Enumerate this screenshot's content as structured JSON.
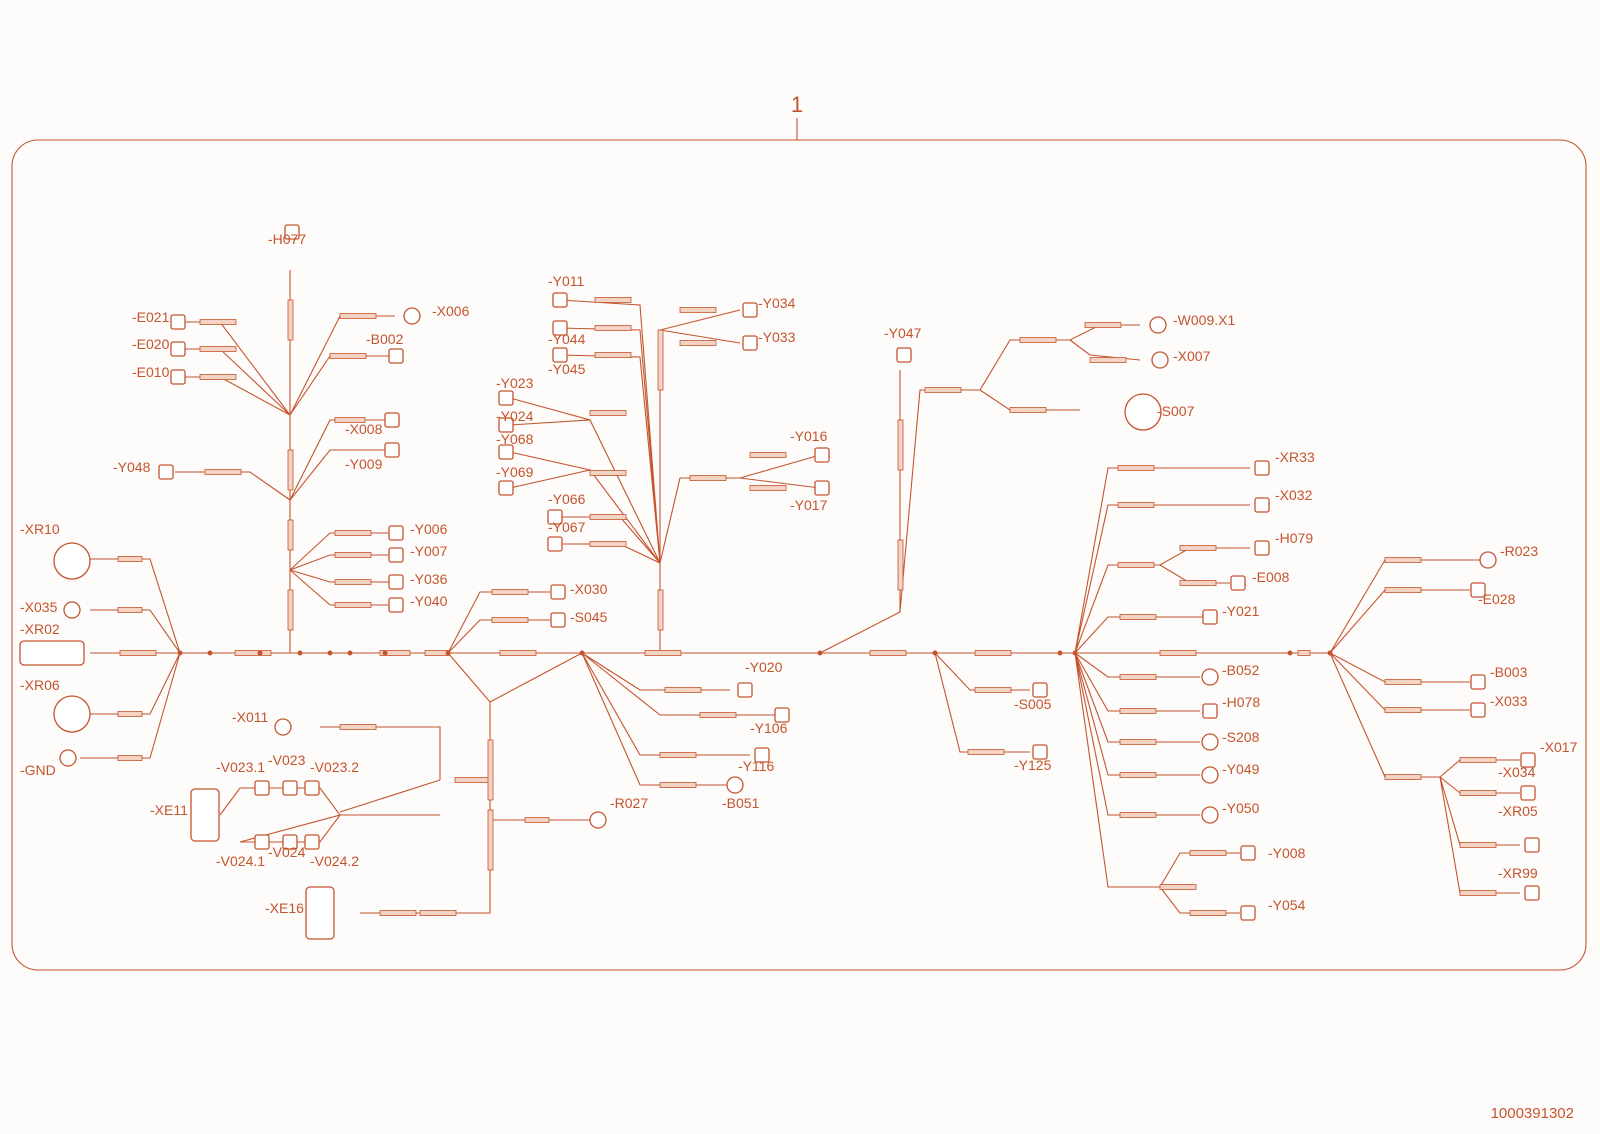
{
  "assembly_item": "1",
  "document_number": "1000391302",
  "accent_color": "#c4542e",
  "components": [
    "-H077",
    "-E021",
    "-E020",
    "-E010",
    "-X006",
    "-B002",
    "-X008",
    "-Y009",
    "-Y048",
    "-Y011",
    "-Y044",
    "-Y045",
    "-Y023",
    "-Y024",
    "-Y068",
    "-Y069",
    "-Y066",
    "-Y067",
    "-Y034",
    "-Y033",
    "-Y047",
    "-Y016",
    "-Y017",
    "-W009.X1",
    "-X007",
    "-S007",
    "-XR10",
    "-X035",
    "-XR02",
    "-XR06",
    "-GND",
    "-Y006",
    "-Y007",
    "-Y036",
    "-Y040",
    "-X030",
    "-S045",
    "-X011",
    "-V023.1",
    "-V023",
    "-V023.2",
    "-XE11",
    "-V024.1",
    "-V024",
    "-V024.2",
    "-XE16",
    "-R027",
    "-Y020",
    "-Y106",
    "-Y116",
    "-B051",
    "-S005",
    "-Y125",
    "-XR33",
    "-X032",
    "-H079",
    "-E008",
    "-Y021",
    "-B052",
    "-H078",
    "-S208",
    "-Y049",
    "-Y050",
    "-Y008",
    "-Y054",
    "-R023",
    "-E028",
    "-B003",
    "-X033",
    "-X017",
    "-X034",
    "-XR05",
    "-XR99"
  ]
}
